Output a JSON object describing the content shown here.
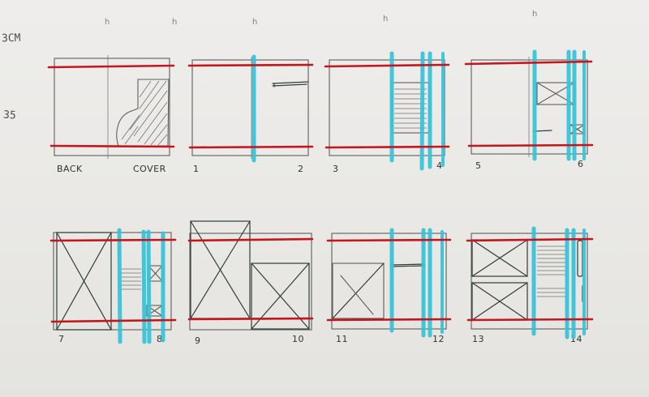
{
  "notes": {
    "top_left": "3CM",
    "left_margin": "35"
  },
  "tick_marks": [
    "h",
    "h",
    "h",
    "h",
    "h"
  ],
  "spreads": [
    {
      "left": "BACK",
      "right": "COVER"
    },
    {
      "left": "1",
      "right": "2"
    },
    {
      "left": "3",
      "right": "4"
    },
    {
      "left": "5",
      "right": "6"
    },
    {
      "left": "7",
      "right": "8"
    },
    {
      "left": "9",
      "right": "10"
    },
    {
      "left": "11",
      "right": "12"
    },
    {
      "left": "13",
      "right": "14"
    }
  ],
  "colors": {
    "margin_line": "#c4161c",
    "column_marker": "#35c3d9",
    "pencil": "#5a5f5c",
    "paper": "#ebeae8"
  }
}
